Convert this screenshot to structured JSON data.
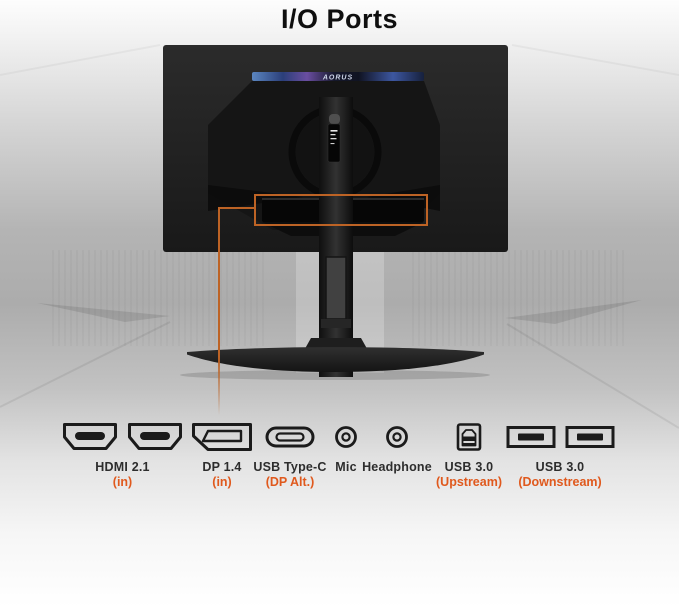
{
  "title": "I/O Ports",
  "monitor": {
    "brand": "AORUS"
  },
  "colors": {
    "callout_orange": "#bd6325",
    "sublabel_orange": "#e0591d",
    "label_dark": "#2d2d2d"
  },
  "ports": [
    {
      "label": "HDMI 2.1",
      "sublabel": "(in)",
      "icon": "hdmi-port-icon",
      "icon_count": 2
    },
    {
      "label": "DP 1.4",
      "sublabel": "(in)",
      "icon": "displayport-icon",
      "icon_count": 1
    },
    {
      "label": "USB Type-C",
      "sublabel": "(DP Alt.)",
      "icon": "usb-c-port-icon",
      "icon_count": 1
    },
    {
      "label": "Mic",
      "sublabel": "",
      "icon": "audio-jack-icon",
      "icon_count": 1
    },
    {
      "label": "Headphone",
      "sublabel": "",
      "icon": "audio-jack-icon",
      "icon_count": 1
    },
    {
      "label": "USB 3.0",
      "sublabel": "(Upstream)",
      "icon": "usb-b-port-icon",
      "icon_count": 1
    },
    {
      "label": "USB 3.0",
      "sublabel": "(Downstream)",
      "icon": "usb-a-port-icon",
      "icon_count": 2
    }
  ]
}
